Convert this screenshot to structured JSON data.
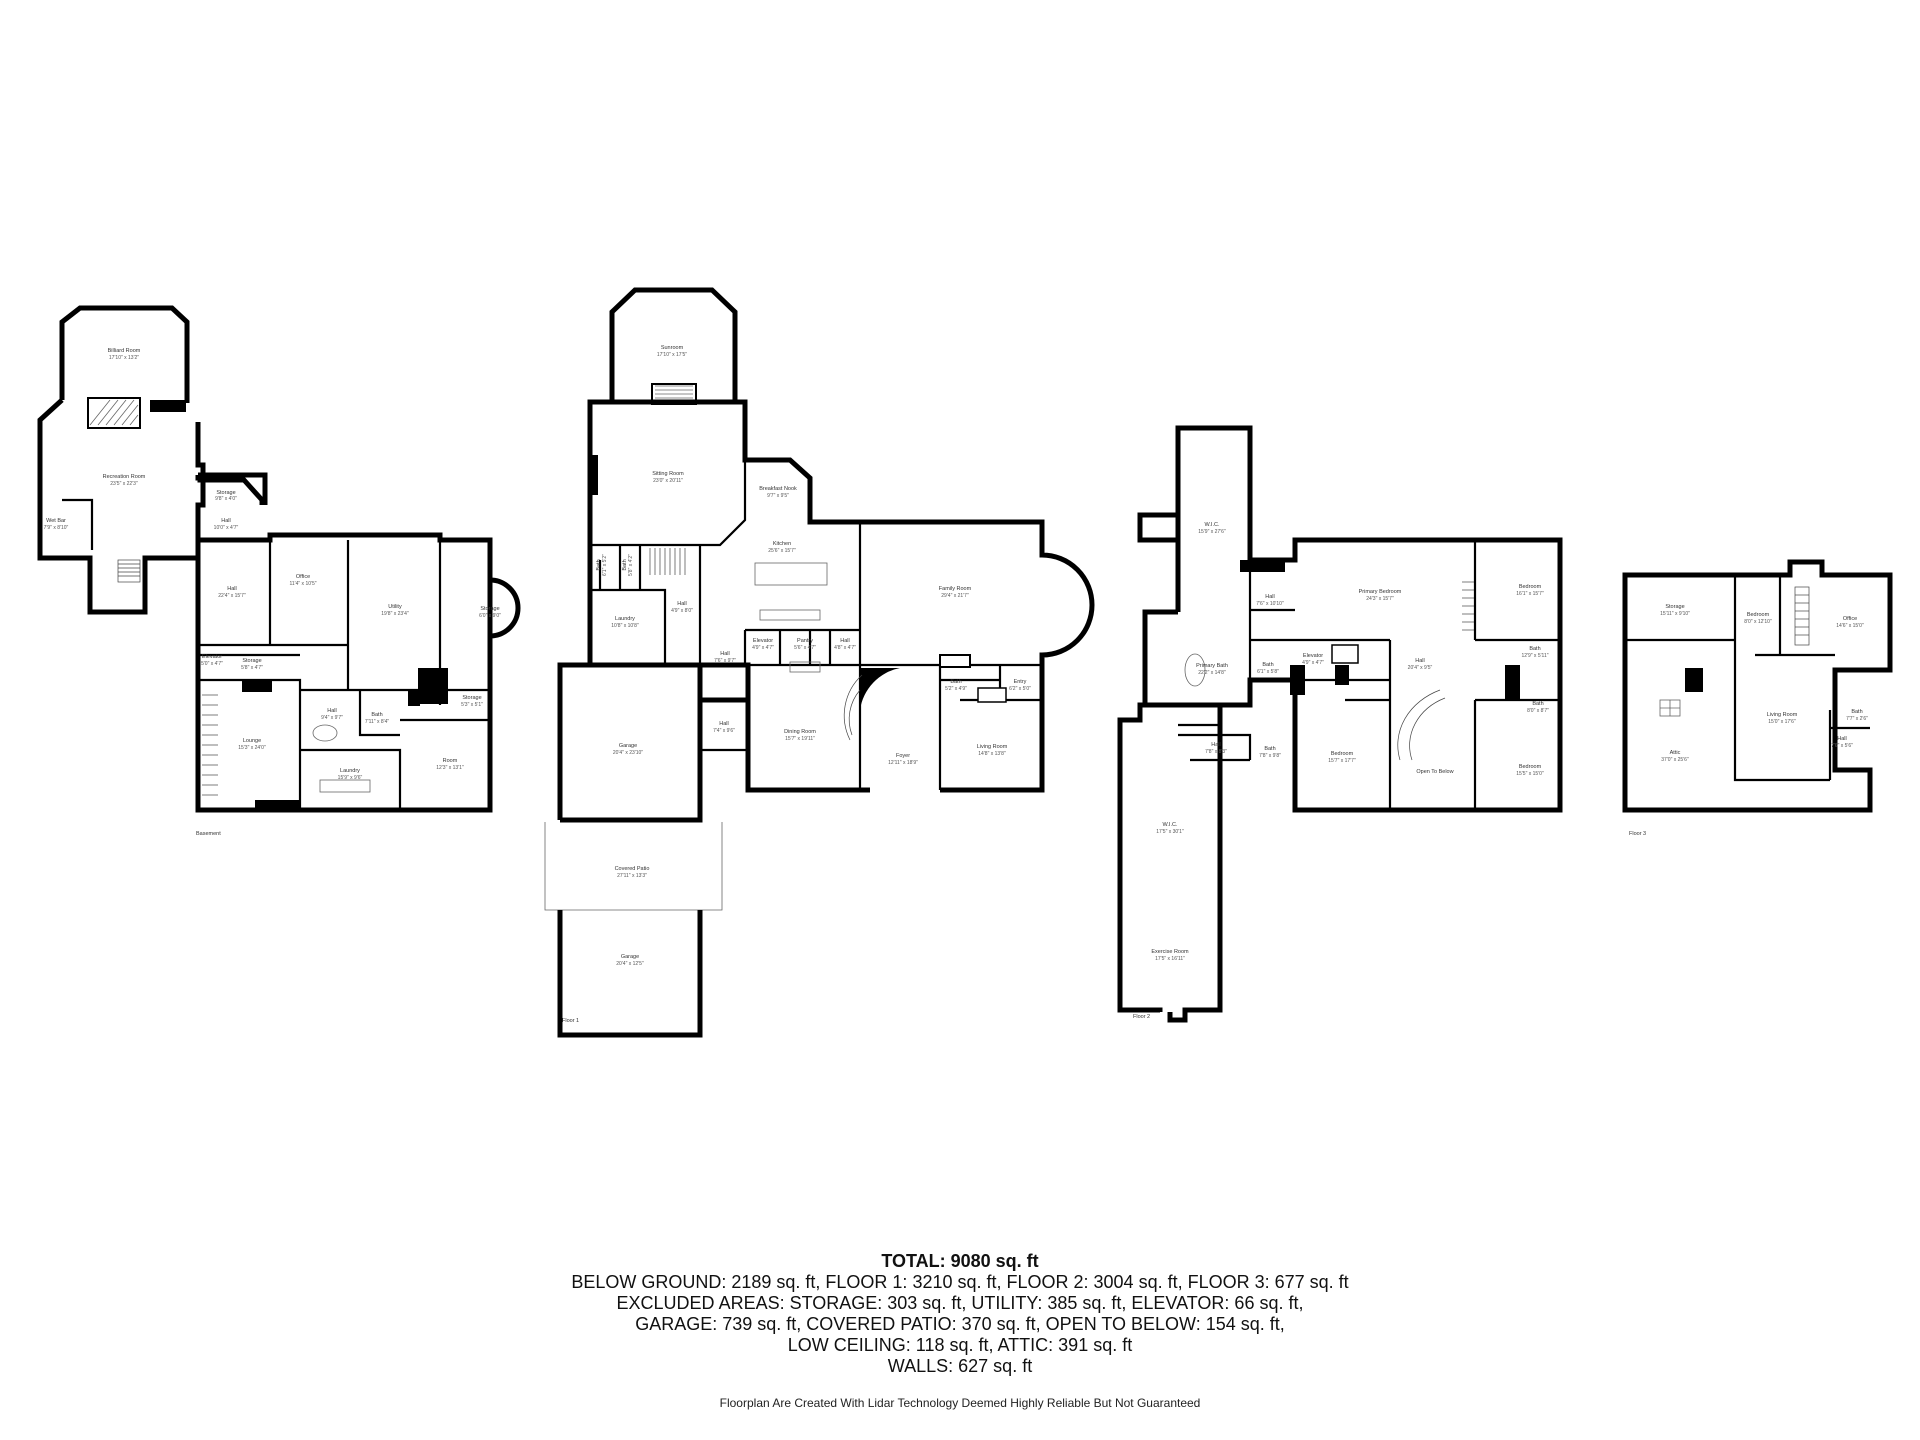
{
  "floors": {
    "basement": "Basement",
    "floor1": "Floor 1",
    "floor2": "Floor 2",
    "floor3": "Floor 3"
  },
  "rooms": {
    "b_billiard": {
      "name": "Billiard Room",
      "dim": "17'10\" x 13'2\""
    },
    "b_recreation": {
      "name": "Recreation Room",
      "dim": "23'5\" x 22'3\""
    },
    "b_wetbar": {
      "name": "Wet Bar",
      "dim": "7'9\" x 8'10\""
    },
    "b_storage1": {
      "name": "Storage",
      "dim": "9'8\" x 4'0\""
    },
    "b_hall1": {
      "name": "Hall",
      "dim": "10'0\" x 4'7\""
    },
    "b_hall2": {
      "name": "Hall",
      "dim": "22'4\" x 15'7\""
    },
    "b_office": {
      "name": "Office",
      "dim": "11'4\" x 10'5\""
    },
    "b_utility": {
      "name": "Utility",
      "dim": "19'8\" x 23'4\""
    },
    "b_storage2": {
      "name": "Storage",
      "dim": "6'0\" x 9'0\""
    },
    "b_elevator": {
      "name": "Elevator",
      "dim": "5'0\" x 4'7\""
    },
    "b_storage3": {
      "name": "Storage",
      "dim": "5'8\" x 4'7\""
    },
    "b_lounge": {
      "name": "Lounge",
      "dim": "15'3\" x 24'0\""
    },
    "b_hall3": {
      "name": "Hall",
      "dim": "9'4\" x 9'7\""
    },
    "b_bath": {
      "name": "Bath",
      "dim": "7'11\" x 8'4\""
    },
    "b_storage4": {
      "name": "Storage",
      "dim": "5'3\" x 5'1\""
    },
    "b_laundry": {
      "name": "Laundry",
      "dim": "15'9\" x 9'6\""
    },
    "b_room": {
      "name": "Room",
      "dim": "12'3\" x 13'1\""
    },
    "f1_sunroom": {
      "name": "Sunroom",
      "dim": "17'10\" x 17'5\""
    },
    "f1_sitting": {
      "name": "Sitting Room",
      "dim": "23'0\" x 20'11\""
    },
    "f1_breakfast": {
      "name": "Breakfast Nook",
      "dim": "9'7\" x 9'5\""
    },
    "f1_kitchen": {
      "name": "Kitchen",
      "dim": "25'6\" x 15'7\""
    },
    "f1_family": {
      "name": "Family Room",
      "dim": "29'4\" x 21'7\""
    },
    "f1_bath1": {
      "name": "Bath",
      "dim": "6'1\" x 5'2\""
    },
    "f1_bath2": {
      "name": "Bath",
      "dim": "5'8\" x 4'2\""
    },
    "f1_laundry": {
      "name": "Laundry",
      "dim": "10'8\" x 10'8\""
    },
    "f1_hall1": {
      "name": "Hall",
      "dim": "4'9\" x 8'0\""
    },
    "f1_hall2": {
      "name": "Hall",
      "dim": "7'6\" x 9'7\""
    },
    "f1_elevator": {
      "name": "Elevator",
      "dim": "4'9\" x 4'7\""
    },
    "f1_pantry": {
      "name": "Pantry",
      "dim": "5'6\" x 4'7\""
    },
    "f1_hall3": {
      "name": "Hall",
      "dim": "4'8\" x 4'7\""
    },
    "f1_garage1": {
      "name": "Garage",
      "dim": "20'4\" x 23'10\""
    },
    "f1_hall4": {
      "name": "Hall",
      "dim": "7'4\" x 9'6\""
    },
    "f1_dining": {
      "name": "Dining Room",
      "dim": "15'7\" x 19'11\""
    },
    "f1_foyer": {
      "name": "Foyer",
      "dim": "12'11\" x 18'9\""
    },
    "f1_bath3": {
      "name": "Bath",
      "dim": "5'2\" x 4'9\""
    },
    "f1_entry": {
      "name": "Entry",
      "dim": "6'2\" x 5'0\""
    },
    "f1_living": {
      "name": "Living Room",
      "dim": "14'8\" x 13'8\""
    },
    "f1_patio": {
      "name": "Covered Patio",
      "dim": "27'11\" x 13'3\""
    },
    "f1_garage2": {
      "name": "Garage",
      "dim": "20'4\" x 12'5\""
    },
    "f2_wic1": {
      "name": "W.I.C.",
      "dim": "15'9\" x 27'6\""
    },
    "f2_hall1": {
      "name": "Hall",
      "dim": "7'6\" x 10'10\""
    },
    "f2_primarybed": {
      "name": "Primary Bedroom",
      "dim": "24'3\" x 15'7\""
    },
    "f2_bed1": {
      "name": "Bedroom",
      "dim": "16'1\" x 15'7\""
    },
    "f2_primarybath": {
      "name": "Primary Bath",
      "dim": "22'2\" x 14'8\""
    },
    "f2_bath1": {
      "name": "Bath",
      "dim": "6'1\" x 5'8\""
    },
    "f2_elevator": {
      "name": "Elevator",
      "dim": "4'9\" x 4'7\""
    },
    "f2_hall2": {
      "name": "Hall",
      "dim": "20'4\" x 9'5\""
    },
    "f2_bath2": {
      "name": "Bath",
      "dim": "12'9\" x 5'11\""
    },
    "f2_bath3": {
      "name": "Bath",
      "dim": "8'0\" x 8'7\""
    },
    "f2_hall3": {
      "name": "Hall",
      "dim": "7'8\" x 8'3\""
    },
    "f2_bath4": {
      "name": "Bath",
      "dim": "7'8\" x 9'8\""
    },
    "f2_bed2": {
      "name": "Bedroom",
      "dim": "15'7\" x 17'7\""
    },
    "f2_open": {
      "name": "Open To Below",
      "dim": ""
    },
    "f2_bed3": {
      "name": "Bedroom",
      "dim": "15'5\" x 15'0\""
    },
    "f2_wic2": {
      "name": "W.I.C.",
      "dim": "17'5\" x 30'1\""
    },
    "f2_exercise": {
      "name": "Exercise Room",
      "dim": "17'5\" x 16'11\""
    },
    "f3_storage": {
      "name": "Storage",
      "dim": "15'11\" x 9'10\""
    },
    "f3_bedroom": {
      "name": "Bedroom",
      "dim": "8'0\" x 12'10\""
    },
    "f3_office": {
      "name": "Office",
      "dim": "14'6\" x 15'0\""
    },
    "f3_living": {
      "name": "Living Room",
      "dim": "15'0\" x 17'6\""
    },
    "f3_bath": {
      "name": "Bath",
      "dim": "7'7\" x 2'6\""
    },
    "f3_hall": {
      "name": "Hall",
      "dim": "7'6\" x 5'6\""
    },
    "f3_attic": {
      "name": "Attic",
      "dim": "37'0\" x 25'6\""
    }
  },
  "summary": {
    "total": "TOTAL: 9080 sq. ft",
    "lines": [
      "BELOW GROUND: 2189 sq. ft, FLOOR 1: 3210 sq. ft, FLOOR 2: 3004 sq. ft, FLOOR 3: 677 sq. ft",
      "EXCLUDED AREAS: STORAGE: 303 sq. ft, UTILITY: 385 sq. ft, ELEVATOR: 66 sq. ft,",
      "GARAGE: 739 sq. ft, COVERED PATIO: 370 sq. ft, OPEN TO BELOW: 154 sq. ft,",
      "LOW CEILING: 118 sq. ft, ATTIC: 391 sq. ft",
      "WALLS: 627 sq. ft"
    ]
  },
  "disclaimer": "Floorplan Are Created With Lidar Technology Deemed Highly Reliable But Not Guaranteed"
}
